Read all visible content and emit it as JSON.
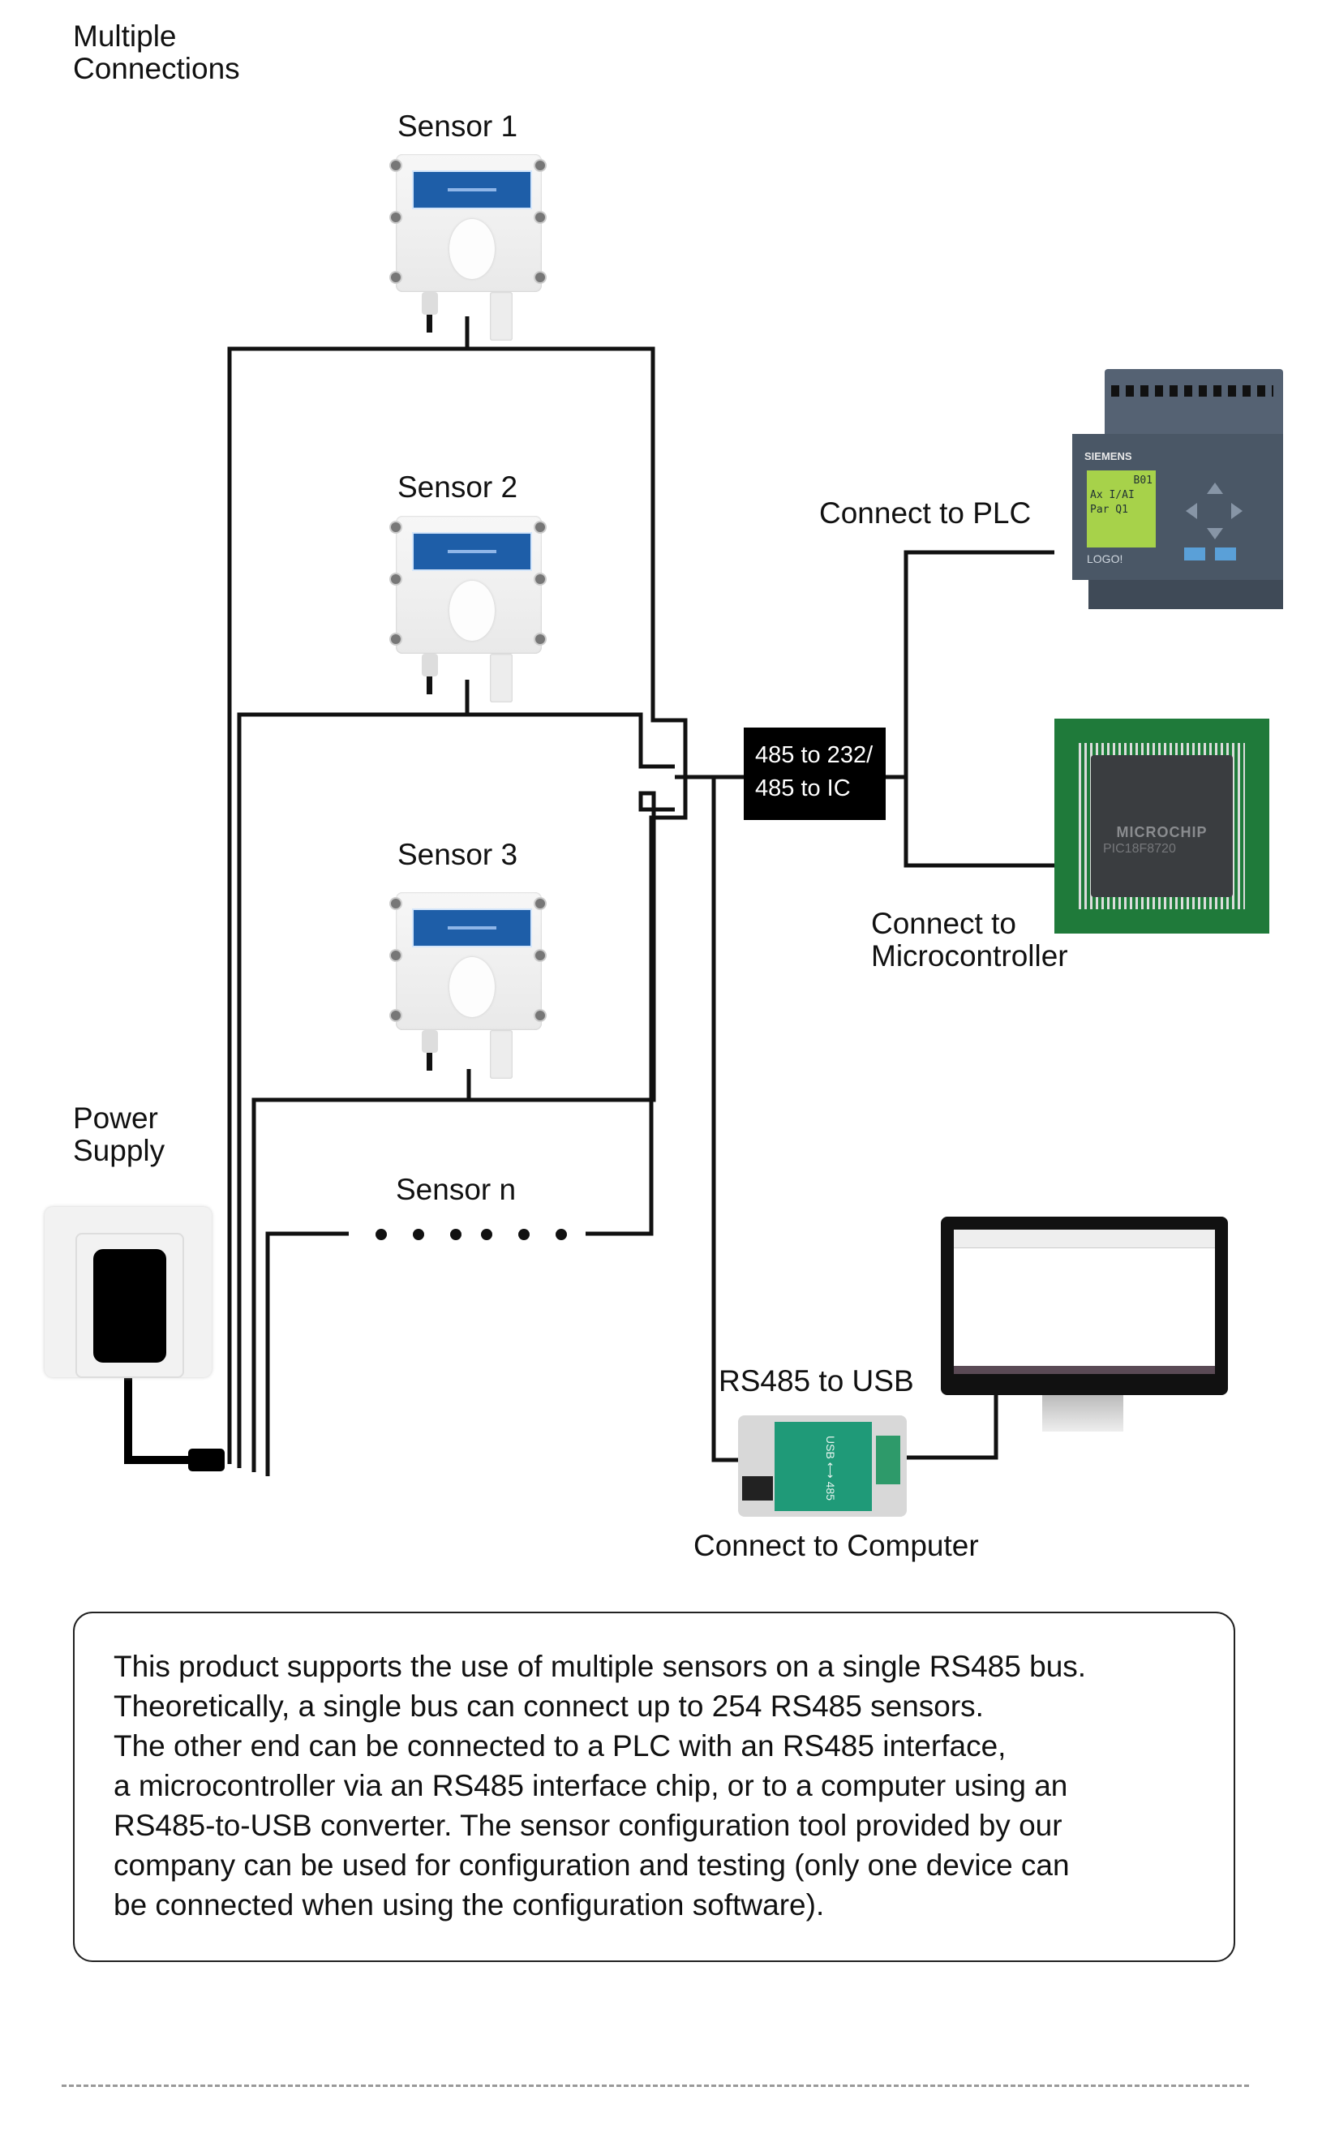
{
  "title": {
    "line1": "Multiple",
    "line2": "Connections"
  },
  "sensors": [
    {
      "label": "Sensor 1"
    },
    {
      "label": "Sensor 2"
    },
    {
      "label": "Sensor 3"
    },
    {
      "label": "Sensor n"
    }
  ],
  "power_supply": {
    "line1": "Power",
    "line2": "Supply"
  },
  "converter_box": {
    "line1": "485 to 232/",
    "line2": "485 to IC"
  },
  "plc": {
    "label": "Connect to PLC",
    "brand": "SIEMENS",
    "model": "LOGO!",
    "screen_lines": [
      "B01",
      "Ax I/AI",
      "Par  Q1"
    ]
  },
  "microcontroller": {
    "line1": "Connect to",
    "line2": "Microcontroller",
    "chip_brand": "MICROCHIP",
    "chip_model": "PIC18F8720"
  },
  "usb_converter": {
    "label": "RS485 to USB",
    "device_text": "USB ⟷ 485",
    "caption": "Connect to Computer"
  },
  "description": {
    "lines": [
      "This product supports the use of multiple sensors on a single RS485 bus.",
      "Theoretically, a single bus can connect up to 254 RS485 sensors.",
      "The other end can be connected to a PLC with an RS485 interface,",
      "a microcontroller via an RS485 interface chip, or to a computer using an",
      "RS485-to-USB converter. The sensor configuration tool provided by our",
      "company can be used for configuration and testing (only one device can",
      "be connected when using the configuration software)."
    ]
  },
  "colors": {
    "wire": "#111111",
    "sensor_plate": "#1e5ea8",
    "plc_body": "#4a5766",
    "plc_screen": "#a7d24a",
    "pcb": "#1f7a3a",
    "usb_board": "#1f9a78"
  }
}
